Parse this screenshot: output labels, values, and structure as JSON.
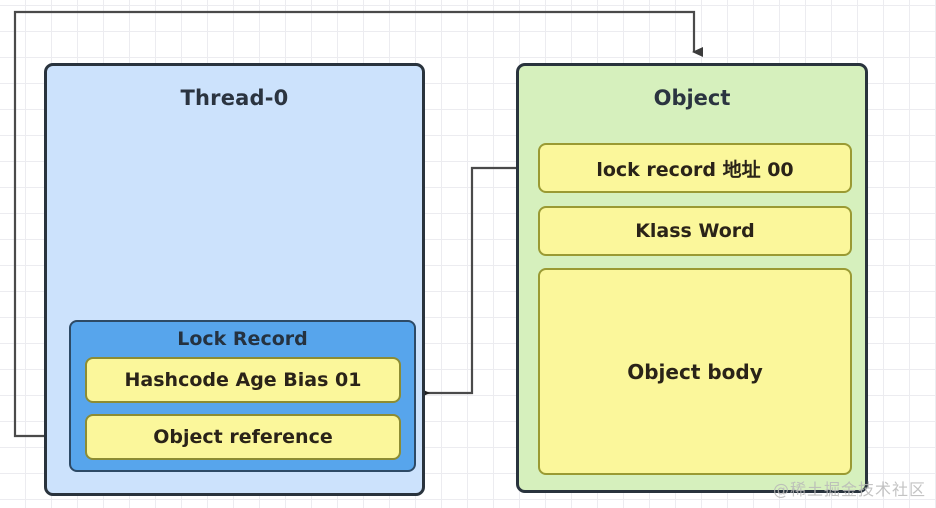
{
  "diagram": {
    "title_thread": "Thread-0",
    "title_object": "Object",
    "title_lock_record": "Lock Record",
    "watermark": "@稀土掘金技术社区",
    "colors": {
      "thread_fill": "#cce2fc",
      "object_fill": "#d6f0bd",
      "lock_record_fill": "#57a5ec",
      "slot_fill": "#fbf79b",
      "border_dark": "#29333d",
      "connector": "#4a4a4a"
    },
    "thread": {
      "label": "Thread-0",
      "lock_record": {
        "label": "Lock Record",
        "slots": [
          {
            "label": "Hashcode Age Bias 01"
          },
          {
            "label": "Object reference"
          }
        ]
      }
    },
    "object": {
      "label": "Object",
      "slots": [
        {
          "label": "lock record 地址 00"
        },
        {
          "label": "Klass Word"
        },
        {
          "label": "Object body"
        }
      ]
    },
    "connectors": [
      {
        "name": "object-reference-to-object-header",
        "from": "Object reference",
        "to": "Object",
        "arrow": "down"
      },
      {
        "name": "lock-record-address-to-lock-record",
        "from": "lock record 地址 00",
        "to": "Lock Record",
        "arrow": "left"
      }
    ]
  }
}
